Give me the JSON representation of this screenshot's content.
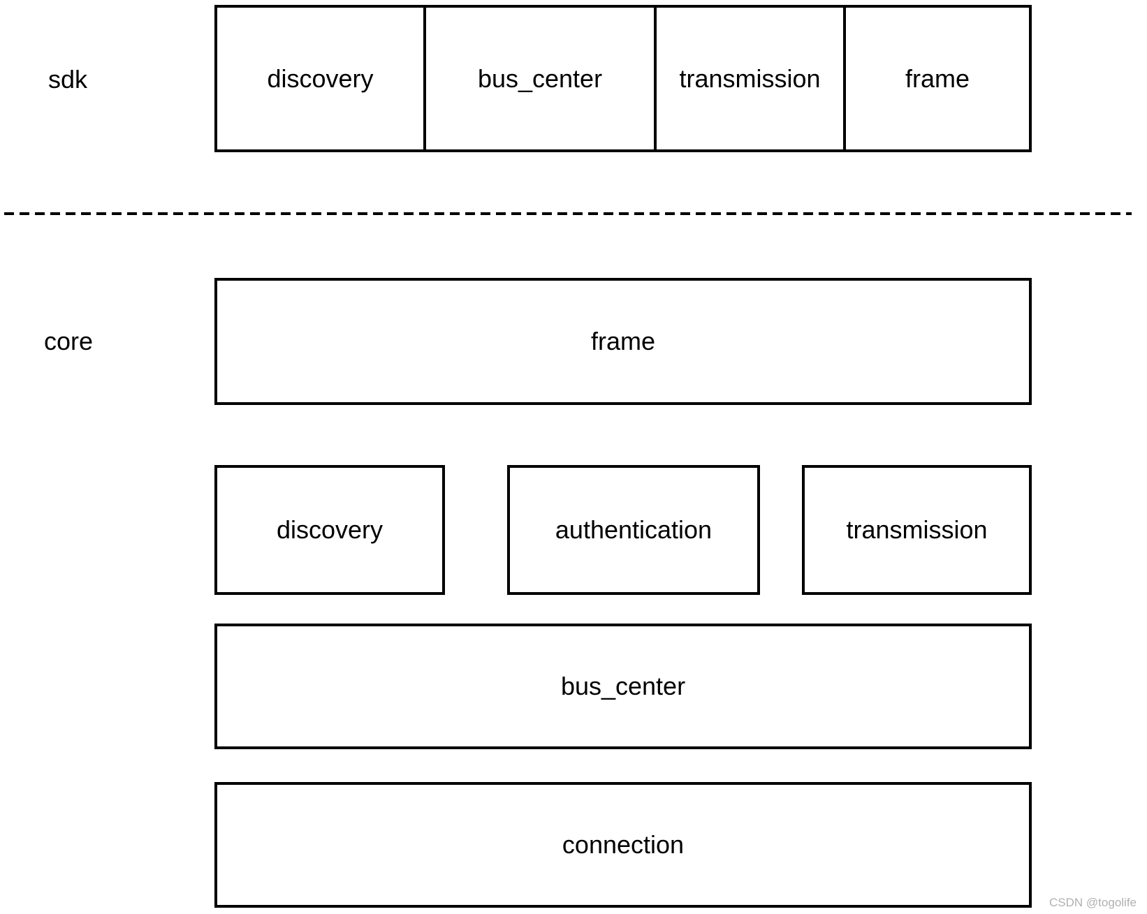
{
  "diagram": {
    "sdk_layer": {
      "label": "sdk",
      "modules": [
        "discovery",
        "bus_center",
        "transmission",
        "frame"
      ]
    },
    "core_layer": {
      "label": "core",
      "frame_module": "frame",
      "service_modules": [
        "discovery",
        "authentication",
        "transmission"
      ],
      "bus_center_module": "bus_center",
      "connection_module": "connection"
    }
  },
  "watermark": {
    "text": "CSDN @togolife"
  },
  "colors": {
    "border": "#000000",
    "text": "#000000",
    "background": "#ffffff",
    "watermark": "#b0b0b0"
  }
}
